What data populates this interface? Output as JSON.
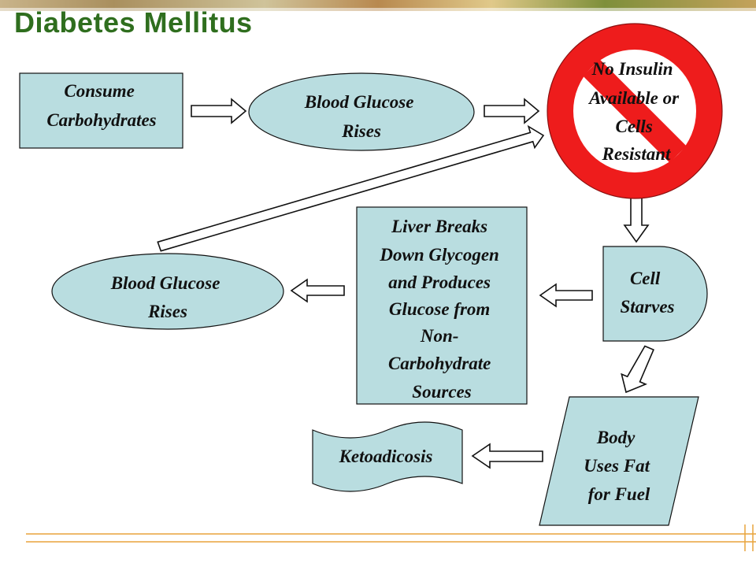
{
  "title": "Diabetes Mellitus",
  "colors": {
    "box_fill": "#b9dde0",
    "stop_red": "#ee1c1c",
    "title_green": "#2f6e1e",
    "accent_orange": "#e9a43c"
  },
  "nodes": {
    "consume": {
      "shape": "rectangle",
      "lines": [
        "Consume",
        "Carbohydrates"
      ]
    },
    "glucose_rises_1": {
      "shape": "ellipse",
      "lines": [
        "Blood Glucose",
        "Rises"
      ]
    },
    "no_insulin": {
      "shape": "prohibition-sign",
      "lines": [
        "No Insulin",
        "Available or",
        "Cells",
        "Resistant"
      ]
    },
    "cell_starves": {
      "shape": "delay",
      "lines": [
        "Cell",
        "Starves"
      ]
    },
    "liver": {
      "shape": "rectangle",
      "lines": [
        "Liver Breaks",
        "Down Glycogen",
        "and Produces",
        "Glucose from",
        "Non-",
        "Carbohydrate",
        "Sources"
      ]
    },
    "glucose_rises_2": {
      "shape": "ellipse",
      "lines": [
        "Blood Glucose",
        "Rises"
      ]
    },
    "body_fat": {
      "shape": "parallelogram",
      "lines": [
        "Body",
        "Uses Fat",
        "for Fuel"
      ]
    },
    "ketoacidosis": {
      "shape": "tape",
      "lines": [
        "Ketoadicosis"
      ]
    }
  },
  "edges": [
    {
      "from": "consume",
      "to": "glucose_rises_1"
    },
    {
      "from": "glucose_rises_1",
      "to": "no_insulin"
    },
    {
      "from": "no_insulin",
      "to": "cell_starves"
    },
    {
      "from": "cell_starves",
      "to": "liver"
    },
    {
      "from": "liver",
      "to": "glucose_rises_2"
    },
    {
      "from": "glucose_rises_2",
      "to": "no_insulin"
    },
    {
      "from": "cell_starves",
      "to": "body_fat"
    },
    {
      "from": "body_fat",
      "to": "ketoacidosis"
    }
  ]
}
